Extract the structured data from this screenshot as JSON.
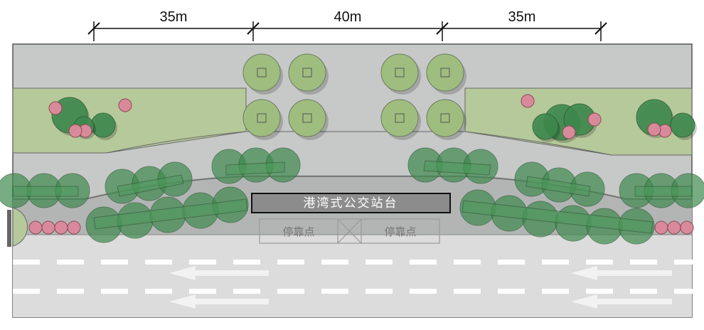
{
  "dimensions": {
    "left": "35m",
    "middle": "40m",
    "right": "35m"
  },
  "station": {
    "label": "港湾式公交站台"
  },
  "stops": {
    "left_label": "停靠点",
    "right_label": "停靠点"
  },
  "colors": {
    "grass": "#b6c99a",
    "sidewalk": "#c7c9c9",
    "road": "#dcdcdc",
    "road_edge": "#a9a9a9",
    "tree_dark": "#3f8a4e",
    "tree_light": "#9fbd7f",
    "flower": "#d98a9a",
    "station": "#8c8c8c",
    "lane_marking": "#ffffff"
  },
  "icons": {
    "arrow": "left-arrow-icon",
    "tree": "tree-icon",
    "flower": "flower-icon"
  }
}
